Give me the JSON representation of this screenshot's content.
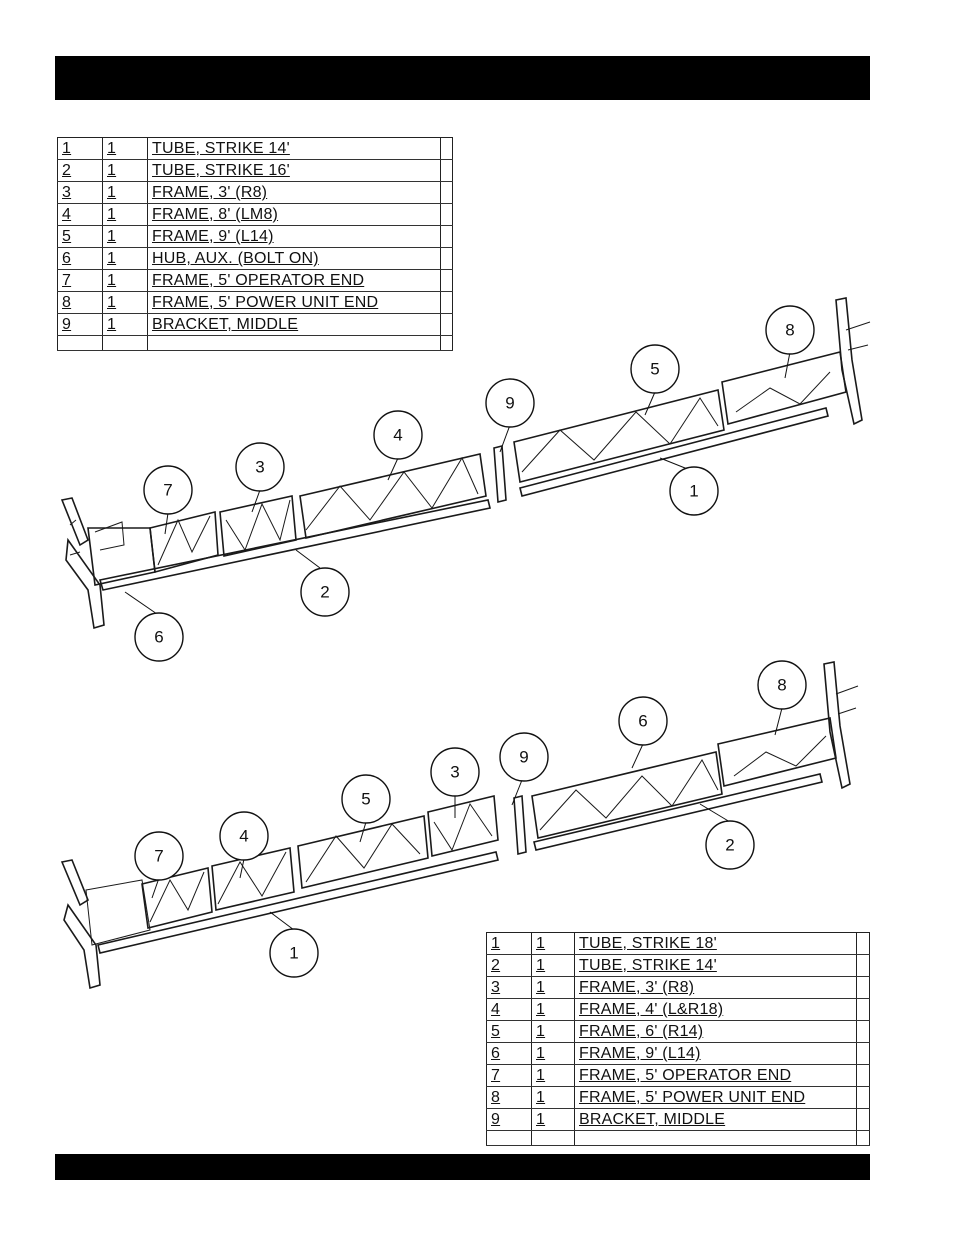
{
  "header_bar": "",
  "footer_bar": "",
  "parts_list_upper": [
    {
      "item": "1",
      "qty": "1",
      "description": "TUBE, STRIKE 14'"
    },
    {
      "item": "2",
      "qty": "1",
      "description": "TUBE, STRIKE 16'"
    },
    {
      "item": "3",
      "qty": "1",
      "description": "FRAME, 3' (R8)"
    },
    {
      "item": "4",
      "qty": "1",
      "description": "FRAME, 8' (LM8)"
    },
    {
      "item": "5",
      "qty": "1",
      "description": "FRAME, 9' (L14)"
    },
    {
      "item": "6",
      "qty": "1",
      "description": "HUB, AUX. (BOLT ON)"
    },
    {
      "item": "7",
      "qty": "1",
      "description": "FRAME, 5' OPERATOR END"
    },
    {
      "item": "8",
      "qty": "1",
      "description": "FRAME, 5' POWER UNIT END"
    },
    {
      "item": "9",
      "qty": "1",
      "description": "BRACKET, MIDDLE"
    }
  ],
  "parts_list_lower": [
    {
      "item": "1",
      "qty": "1",
      "description": "TUBE, STRIKE 18'"
    },
    {
      "item": "2",
      "qty": "1",
      "description": "TUBE, STRIKE 14'"
    },
    {
      "item": "3",
      "qty": "1",
      "description": "FRAME, 3' (R8)"
    },
    {
      "item": "4",
      "qty": "1",
      "description": "FRAME, 4' (L&R18)"
    },
    {
      "item": "5",
      "qty": "1",
      "description": "FRAME, 6' (R14)"
    },
    {
      "item": "6",
      "qty": "1",
      "description": "FRAME, 9' (L14)"
    },
    {
      "item": "7",
      "qty": "1",
      "description": "FRAME, 5' OPERATOR END"
    },
    {
      "item": "8",
      "qty": "1",
      "description": "FRAME, 5' POWER UNIT END"
    },
    {
      "item": "9",
      "qty": "1",
      "description": "BRACKET, MIDDLE"
    }
  ],
  "callouts_upper": [
    "8",
    "5",
    "9",
    "4",
    "3",
    "7",
    "1",
    "2",
    "6"
  ],
  "callouts_lower": [
    "8",
    "6",
    "9",
    "3",
    "5",
    "4",
    "7",
    "2",
    "1"
  ]
}
